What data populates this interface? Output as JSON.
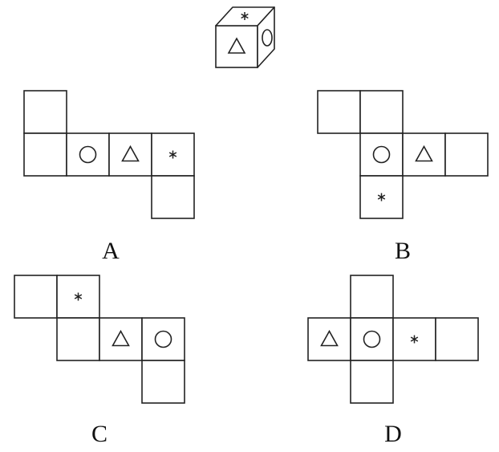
{
  "question": {
    "cube": {
      "front": "triangle",
      "top": "star",
      "right": "circle"
    },
    "options": [
      {
        "id": "a",
        "label": "A",
        "faces": [
          {
            "col": 0,
            "row": 0,
            "symbol": ""
          },
          {
            "col": 0,
            "row": 1,
            "symbol": ""
          },
          {
            "col": 1,
            "row": 1,
            "symbol": "circle"
          },
          {
            "col": 2,
            "row": 1,
            "symbol": "triangle"
          },
          {
            "col": 3,
            "row": 1,
            "symbol": "star"
          },
          {
            "col": 3,
            "row": 2,
            "symbol": ""
          }
        ]
      },
      {
        "id": "b",
        "label": "B",
        "faces": [
          {
            "col": 0,
            "row": 0,
            "symbol": ""
          },
          {
            "col": 1,
            "row": 0,
            "symbol": ""
          },
          {
            "col": 1,
            "row": 1,
            "symbol": "circle"
          },
          {
            "col": 2,
            "row": 1,
            "symbol": "triangle"
          },
          {
            "col": 3,
            "row": 1,
            "symbol": ""
          },
          {
            "col": 1,
            "row": 2,
            "symbol": "star"
          }
        ]
      },
      {
        "id": "c",
        "label": "C",
        "faces": [
          {
            "col": 0,
            "row": 0,
            "symbol": ""
          },
          {
            "col": 1,
            "row": 0,
            "symbol": "star"
          },
          {
            "col": 1,
            "row": 1,
            "symbol": ""
          },
          {
            "col": 2,
            "row": 1,
            "symbol": "triangle"
          },
          {
            "col": 3,
            "row": 1,
            "symbol": "circle"
          },
          {
            "col": 3,
            "row": 2,
            "symbol": ""
          }
        ]
      },
      {
        "id": "d",
        "label": "D",
        "faces": [
          {
            "col": 1,
            "row": 0,
            "symbol": ""
          },
          {
            "col": 0,
            "row": 1,
            "symbol": "triangle"
          },
          {
            "col": 1,
            "row": 1,
            "symbol": "circle"
          },
          {
            "col": 2,
            "row": 1,
            "symbol": "star"
          },
          {
            "col": 3,
            "row": 1,
            "symbol": ""
          },
          {
            "col": 1,
            "row": 2,
            "symbol": ""
          }
        ]
      }
    ]
  }
}
